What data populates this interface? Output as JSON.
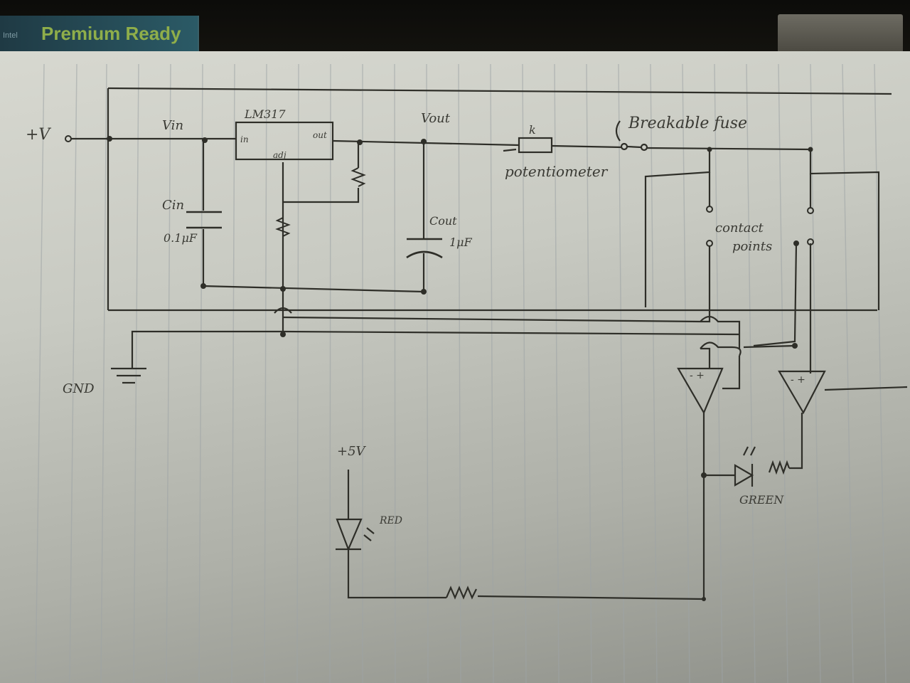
{
  "header": {
    "badge_text": "Premium Ready",
    "badge_left": "Intel"
  },
  "schematic": {
    "input_label": "+V",
    "gnd_label": "GND",
    "vin_label": "Vin",
    "vout_label": "Vout",
    "regulator": {
      "name": "LM317",
      "pin_in": "in",
      "pin_out": "out",
      "pin_adj": "adj"
    },
    "cin": {
      "name": "Cin",
      "value": "0.1μF"
    },
    "cout": {
      "name": "Cout",
      "value": "1μF"
    },
    "resistor_k": "k",
    "potentiometer_label": "potentiometer",
    "fuse_label": "Breakable fuse",
    "contact_label_line1": "contact",
    "contact_label_line2": "points",
    "supply_label": "+5V",
    "red_led_label": "RED",
    "green_led_label": "GREEN",
    "opamp_left_signs": "- +",
    "opamp_right_signs": "- +"
  }
}
